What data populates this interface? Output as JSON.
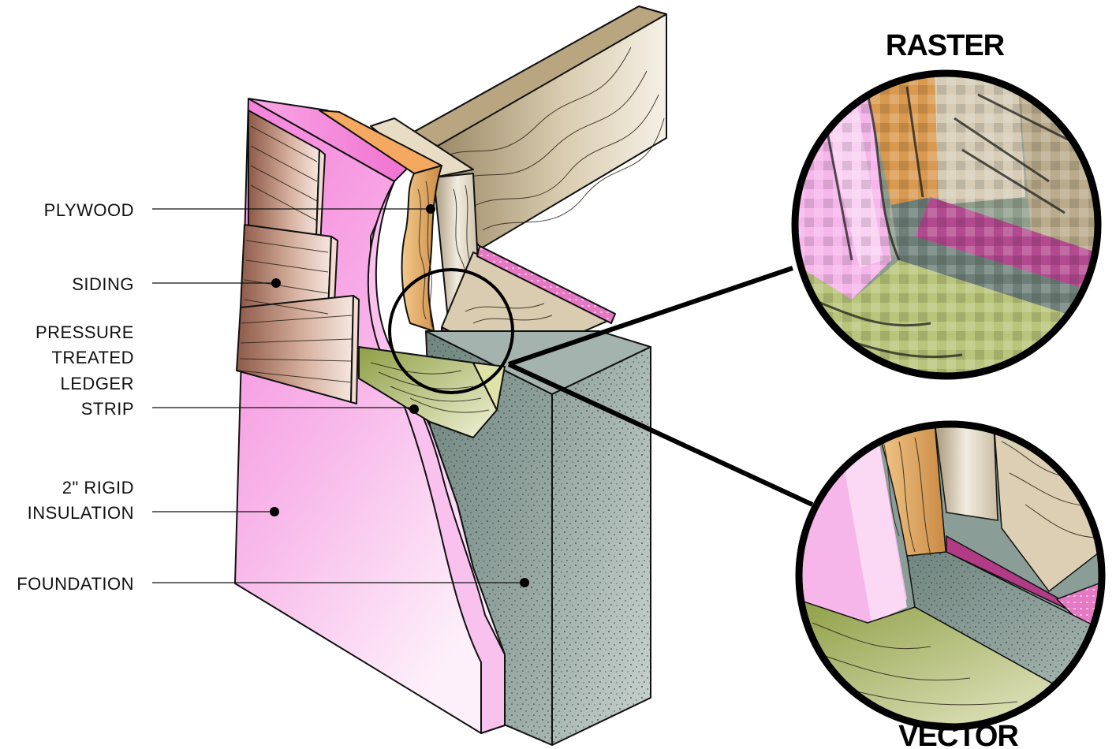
{
  "headings": {
    "raster": "RASTER",
    "vector": "VECTOR"
  },
  "labels": {
    "plywood": "PLYWOOD",
    "siding": "SIDING",
    "ledger": [
      "PRESSURE",
      "TREATED",
      "LEDGER",
      "STRIP"
    ],
    "insulation": [
      "2\" RIGID",
      "INSULATION"
    ],
    "foundation": "FOUNDATION"
  },
  "colors": {
    "insulation_pink": "#f58ee0",
    "plywood_orange": "#e2a35a",
    "siding_brown": "#c99b85",
    "ledger_green": "#c9d48a",
    "foundation_gray": "#8a9e97",
    "joist_tan": "#c8b48c",
    "sill_magenta": "#c0308a"
  }
}
